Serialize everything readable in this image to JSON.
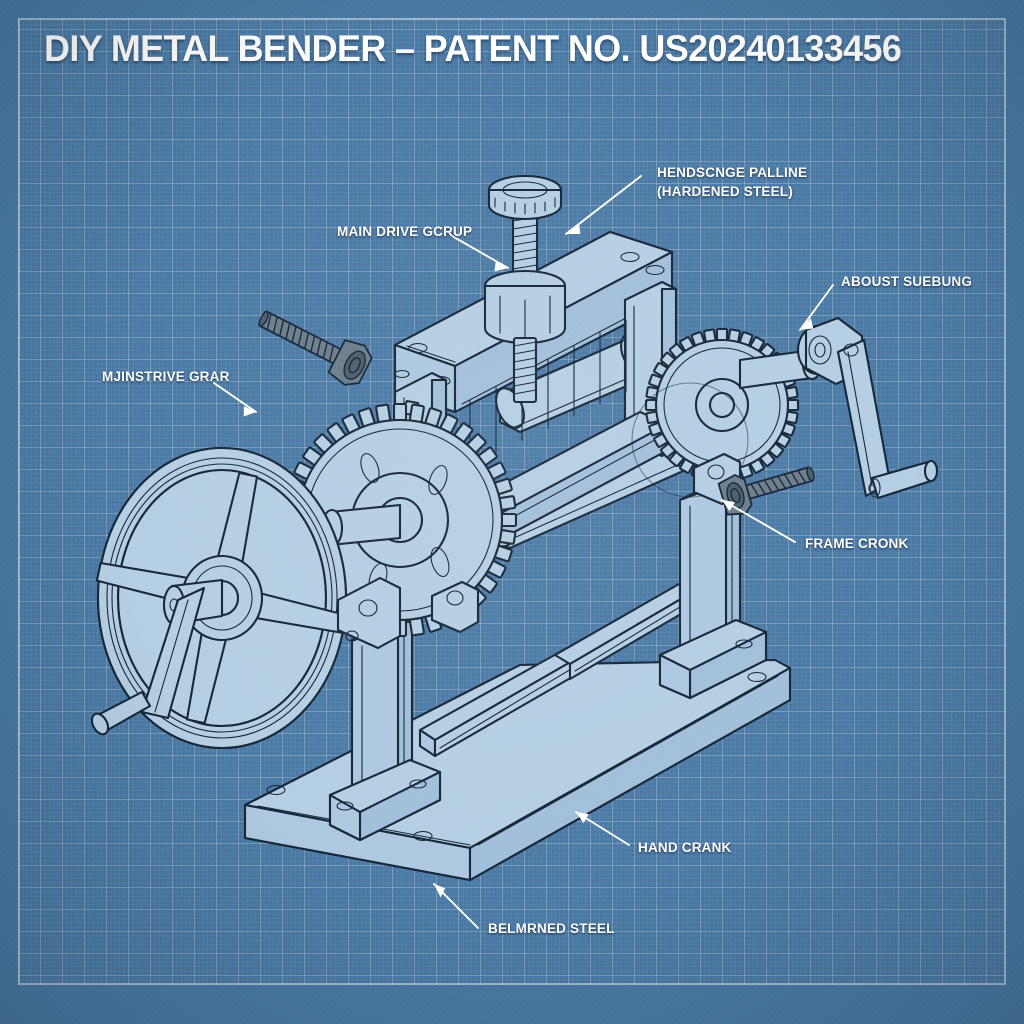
{
  "document": {
    "title": "DIY METAL BENDER – PATENT NO. US20240133456",
    "style": "blueprint",
    "colors": {
      "paper": "#4a7aa5",
      "grid": "#ffffff",
      "ink": "#16283a",
      "part_fill": "#b6cfe3",
      "label_text": "#ffffff",
      "border": "#ffffff"
    }
  },
  "callouts": [
    {
      "id": "bending-platen",
      "line1": "HENDSCNGE PALLINE",
      "line2": "(HARDENED STEEL)"
    },
    {
      "id": "main-drive-screw",
      "line1": "MAIN DRIVE GCRUP",
      "line2": ""
    },
    {
      "id": "adjust-bushing",
      "line1": "ABOUST SUEBUNG",
      "line2": ""
    },
    {
      "id": "main-drive-gear",
      "line1": "MJINSTRIVE GRAR",
      "line2": ""
    },
    {
      "id": "frame-crank",
      "line1": "FRAME CRONK",
      "line2": ""
    },
    {
      "id": "hand-crank",
      "line1": "HAND CRANK",
      "line2": ""
    },
    {
      "id": "hardened-steel-base",
      "line1": "BELMRNED STEEL",
      "line2": ""
    }
  ],
  "parts": {
    "handwheel": "hand wheel with four spokes and crank handle",
    "main_gear": "large spur gear",
    "pinion_gear": "secondary spur gear",
    "roller": "main bending roller",
    "upper_frame": "upper cross frame",
    "screw": "vertical drive screw with knurled knob",
    "base": "isometric base plate with legs",
    "crank_arm": "right side crank arm with handle",
    "bolts": "two hex head bolts shown detached"
  }
}
